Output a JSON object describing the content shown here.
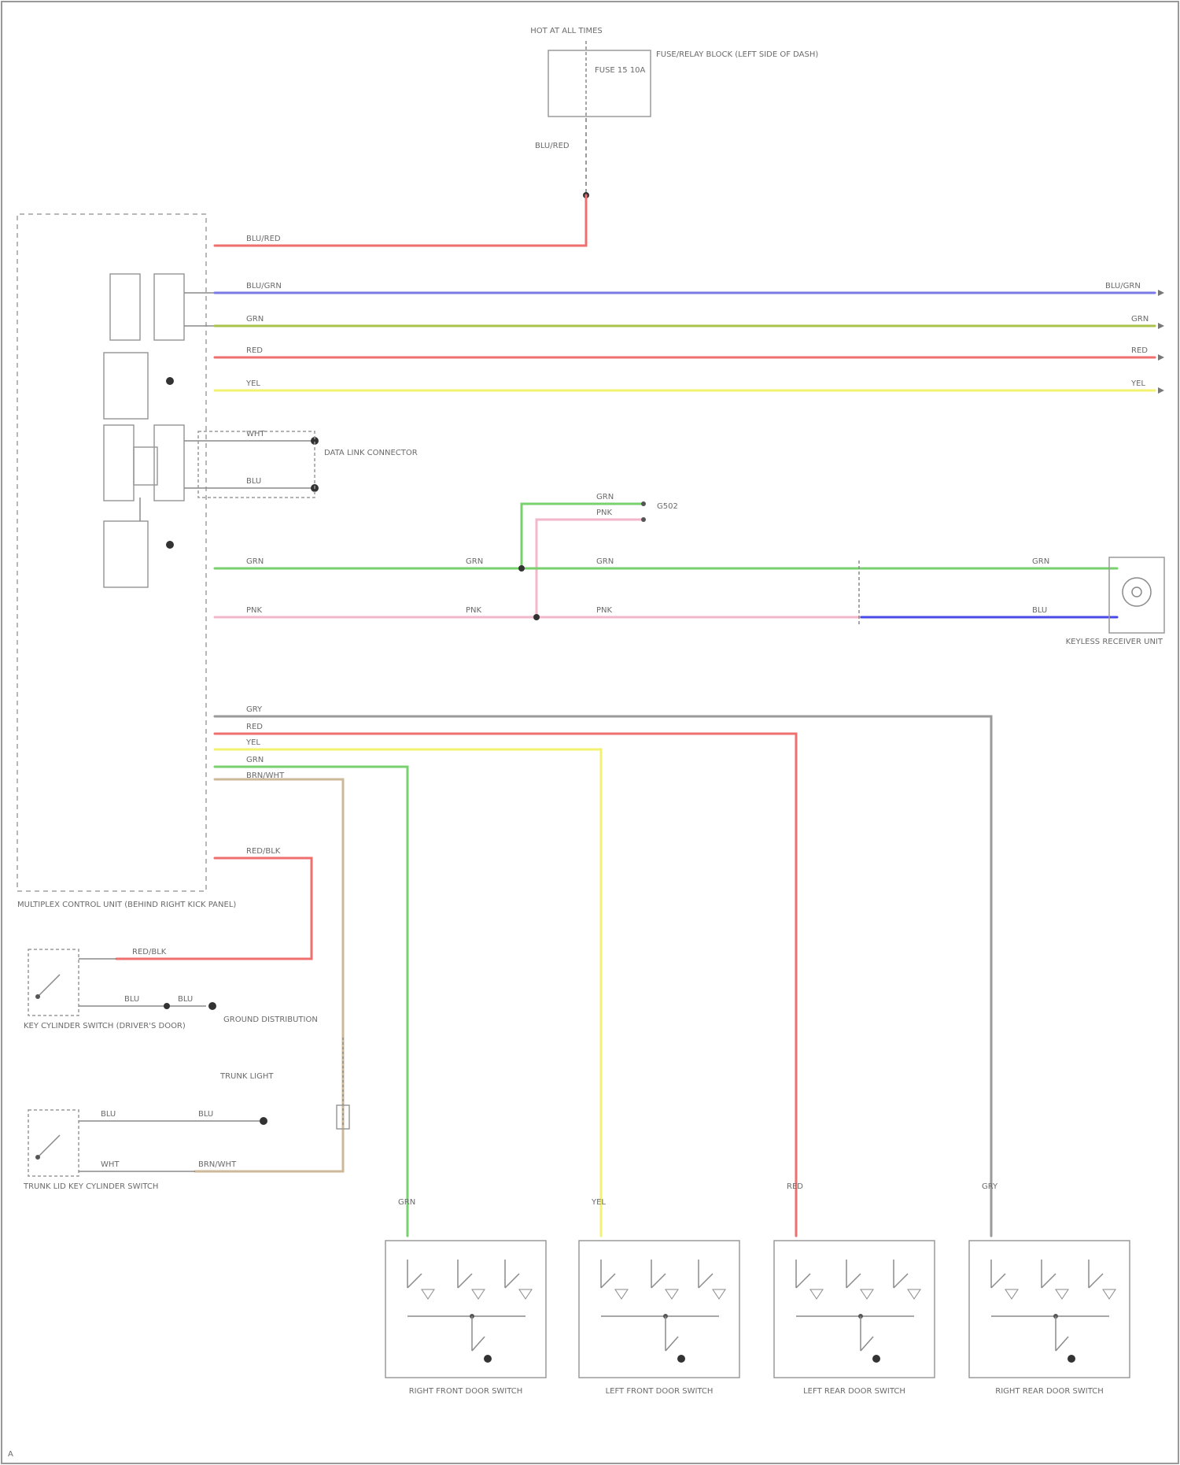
{
  "colors": {
    "frame": "#999999",
    "wire_blu_grn": "#7a7ae6",
    "wire_grn_yel": "#a8c24a",
    "wire_red": "#ef6f6f",
    "wire_yel": "#f2f270",
    "wire_grn": "#79d06f",
    "wire_pnk": "#f2b7c8",
    "wire_gry": "#9a9a9a",
    "wire_tan": "#cdb89a",
    "wire_dark_blu": "#4a4ae6"
  },
  "fuse_box": {
    "title": "HOT AT ALL TIMES",
    "fuse": "FUSE 15 10A",
    "description": "FUSE/RELAY BLOCK (LEFT SIDE OF DASH)"
  },
  "module": {
    "label": "MULTIPLEX CONTROL UNIT (BEHIND RIGHT KICK PANEL)"
  },
  "wires": {
    "supply": "BLU/RED",
    "a": "BLU/GRN",
    "b": "GRN",
    "c": "RED",
    "d": "YEL",
    "e": "WHT",
    "f": "BLU",
    "g": "GRN",
    "h": "PNK",
    "i": "GRY",
    "j": "RED",
    "k": "YEL",
    "l": "GRN",
    "m": "BRN/WHT",
    "n": "RED/BLK",
    "o": "BLU"
  },
  "labels": {
    "data_link": "DATA LINK CONNECTOR",
    "keyless": "KEYLESS RECEIVER UNIT",
    "ground": "G502",
    "key_switch": "KEY CYLINDER SWITCH (DRIVER'S DOOR)",
    "ground_dist": "GROUND DISTRIBUTION",
    "trunk_switch": "TRUNK LID KEY CYLINDER SWITCH",
    "trunk_light": "TRUNK LIGHT",
    "door1": "RIGHT FRONT DOOR SWITCH",
    "door2": "LEFT FRONT DOOR SWITCH",
    "door3": "LEFT REAR DOOR SWITCH",
    "door4": "RIGHT REAR DOOR SWITCH",
    "footer": "A"
  }
}
